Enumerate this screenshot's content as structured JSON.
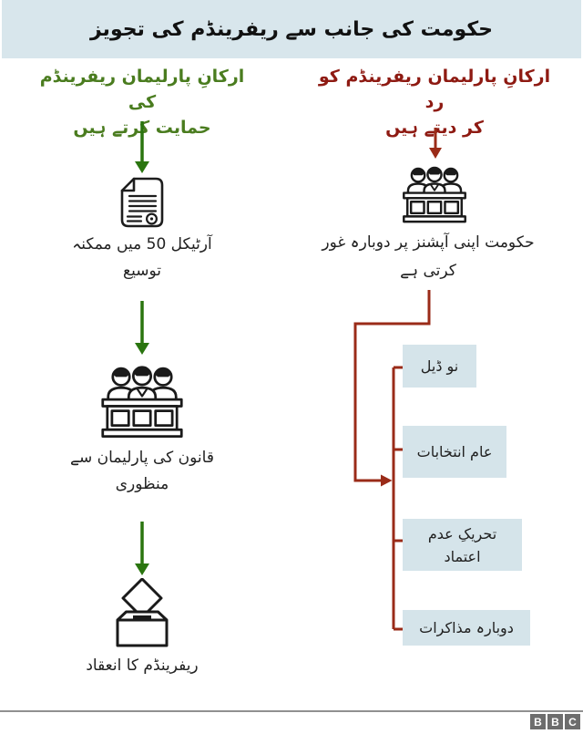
{
  "title": "حکومت کی جانب سے ریفرینڈم کی تجویز",
  "left_branch": {
    "header_lines": [
      "ارکانِ پارلیمان ریفرینڈم کی",
      "حمایت کرتے ہیں"
    ],
    "steps": [
      {
        "icon": "document-icon",
        "lines": [
          "آرٹیکل 50 میں ممکنہ",
          "توسیع"
        ]
      },
      {
        "icon": "parliament-icon",
        "lines": [
          "قانون کی پارلیمان سے",
          "منظوری"
        ]
      },
      {
        "icon": "ballot-box-icon",
        "lines": [
          "ریفرینڈم کا انعقاد"
        ]
      }
    ]
  },
  "right_branch": {
    "header_lines": [
      "ارکانِ پارلیمان ریفرینڈم کو رد",
      "کر دیتے ہیں"
    ],
    "step": {
      "icon": "parliament-icon",
      "lines": [
        "حکومت اپنی آپشنز پر دوبارہ غور",
        "کرتی ہے"
      ]
    },
    "options": [
      "نو ڈیل",
      "عام انتخابات",
      "تحریکِ عدم اعتماد",
      "دوبارہ مذاکرات"
    ]
  },
  "footer": {
    "logo_letters": [
      "B",
      "B",
      "C"
    ]
  },
  "colors": {
    "header_bg": "#d8e6ec",
    "option_box_bg": "#d5e4ea",
    "green_text": "#4a7c1f",
    "green_line": "#2a750f",
    "red_text": "#8e1a12",
    "red_line": "#9a2b18",
    "body_text": "#222222",
    "logo_gray": "#6d6d6d"
  }
}
